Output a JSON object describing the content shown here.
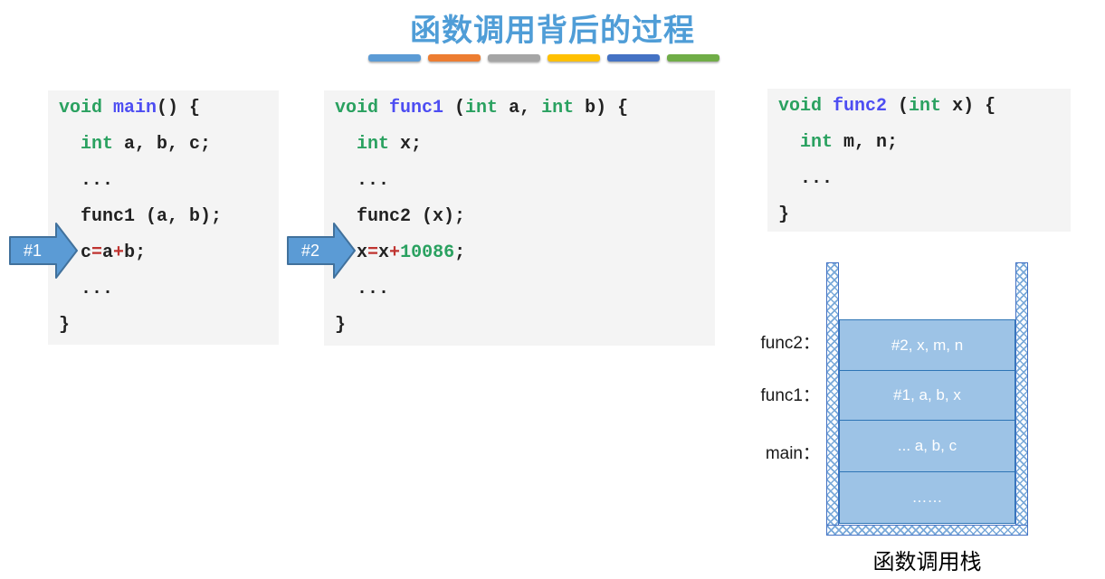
{
  "slide": {
    "title": "函数调用背后的过程"
  },
  "divider_bars": [
    {
      "color": "#5b9bd5"
    },
    {
      "color": "#ed7d31"
    },
    {
      "color": "#a5a5a5"
    },
    {
      "color": "#ffc000"
    },
    {
      "color": "#4472c4"
    },
    {
      "color": "#70ad47"
    }
  ],
  "arrows": [
    {
      "label": "#1"
    },
    {
      "label": "#2"
    }
  ],
  "code_blocks": [
    {
      "name": "main",
      "lines": [
        [
          [
            "kw",
            "void "
          ],
          [
            "fn",
            "main"
          ],
          [
            "pl",
            "() {"
          ]
        ],
        [
          [
            "pl",
            "  "
          ],
          [
            "kw",
            "int"
          ],
          [
            "pl",
            " a, b, c;"
          ]
        ],
        [
          [
            "pl",
            "  ..."
          ]
        ],
        [
          [
            "pl",
            "  func1 (a, b);"
          ]
        ],
        [
          [
            "pl",
            "  c"
          ],
          [
            "op",
            "="
          ],
          [
            "pl",
            "a"
          ],
          [
            "op",
            "+"
          ],
          [
            "pl",
            "b;"
          ]
        ],
        [
          [
            "pl",
            "  ..."
          ]
        ],
        [
          [
            "pl",
            "}"
          ]
        ]
      ]
    },
    {
      "name": "func1",
      "lines": [
        [
          [
            "kw",
            "void "
          ],
          [
            "fn",
            "func1"
          ],
          [
            "pl",
            " ("
          ],
          [
            "kw",
            "int"
          ],
          [
            "pl",
            " a, "
          ],
          [
            "kw",
            "int"
          ],
          [
            "pl",
            " b) {"
          ]
        ],
        [
          [
            "pl",
            "  "
          ],
          [
            "kw",
            "int"
          ],
          [
            "pl",
            " x;"
          ]
        ],
        [
          [
            "pl",
            "  ..."
          ]
        ],
        [
          [
            "pl",
            "  func2 (x);"
          ]
        ],
        [
          [
            "pl",
            "  x"
          ],
          [
            "op",
            "="
          ],
          [
            "pl",
            "x"
          ],
          [
            "op",
            "+"
          ],
          [
            "num",
            "10086"
          ],
          [
            "pl",
            ";"
          ]
        ],
        [
          [
            "pl",
            "  ..."
          ]
        ],
        [
          [
            "pl",
            "}"
          ]
        ]
      ]
    },
    {
      "name": "func2",
      "lines": [
        [
          [
            "kw",
            "void "
          ],
          [
            "fn",
            "func2"
          ],
          [
            "pl",
            " ("
          ],
          [
            "kw",
            "int"
          ],
          [
            "pl",
            " x) {"
          ]
        ],
        [
          [
            "pl",
            "  "
          ],
          [
            "kw",
            "int"
          ],
          [
            "pl",
            " m, n;"
          ]
        ],
        [
          [
            "pl",
            "  ..."
          ]
        ],
        [
          [
            "pl",
            "}"
          ]
        ]
      ]
    }
  ],
  "stack": {
    "labels": [
      "func2：",
      "func1：",
      "main："
    ],
    "frames": [
      "#2, x, m, n",
      "#1, a, b, x",
      "... a, b, c",
      "……"
    ],
    "caption": "函数调用栈"
  },
  "colors": {
    "title": "#4f9dd7",
    "code_bg": "#f4f4f4",
    "code_text": "#222222",
    "code_keyword": "#2aa160",
    "code_function": "#4d4df2",
    "code_operator": "#bf3430",
    "code_number": "#2aa160",
    "arrow_fill": "#5b9bd5",
    "arrow_border": "#41719c",
    "frame_fill": "#9dc3e6",
    "frame_border": "#2e75b6",
    "wall_border": "#4472c4",
    "wall_pattern": "#79a9d9"
  }
}
